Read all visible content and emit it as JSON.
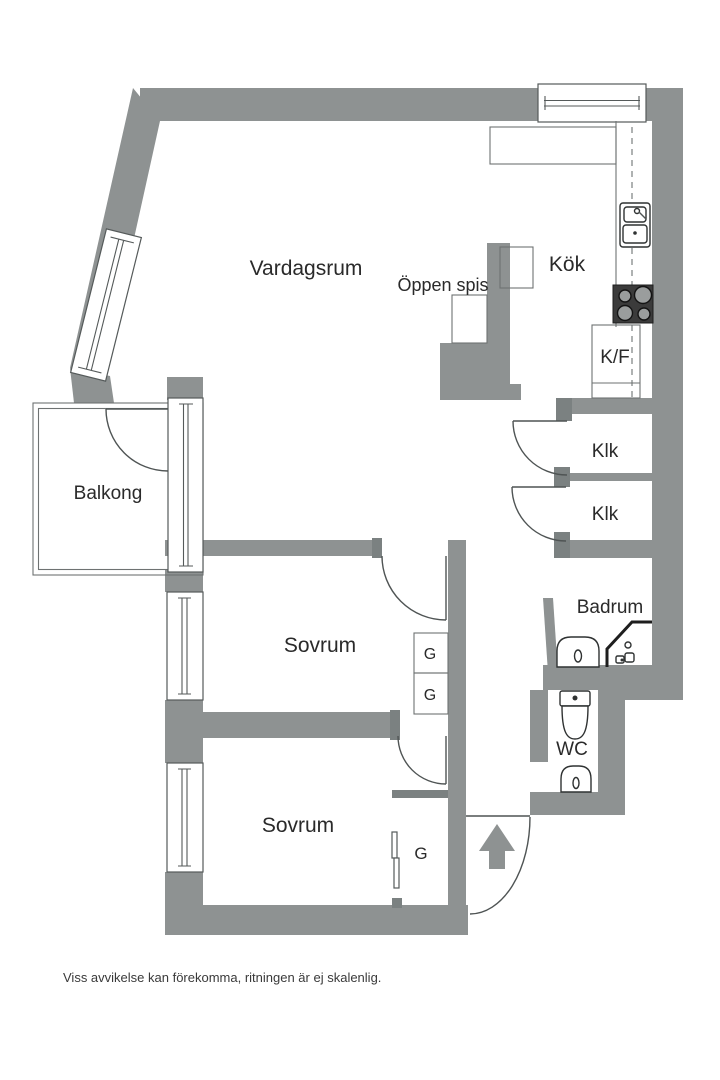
{
  "floorplan": {
    "title_labels": {
      "living_room": "Vardagsrum",
      "kitchen": "Kök",
      "fireplace": "Öppen spis",
      "fridge_freezer": "K/F",
      "closet_1": "Klk",
      "closet_2": "Klk",
      "bathroom": "Badrum",
      "wc": "WC",
      "bedroom_1": "Sovrum",
      "bedroom_2": "Sovrum",
      "wardrobe_1": "G",
      "wardrobe_2": "G",
      "wardrobe_3": "G",
      "balcony": "Balkong"
    },
    "disclaimer": "Viss avvikelse kan förekomma, ritningen är ej skalenlig.",
    "icons": {
      "entry": "arrow-up",
      "kitchen_sink": "double-basin-sink",
      "stove": "four-burner-stove",
      "toilet": "toilet",
      "wc_basin": "washbasin",
      "bath_basin": "washbasin",
      "shower": "shower-head"
    },
    "colors": {
      "wall": "#8E9292",
      "wall_jamb": "#7B8181",
      "background": "#FFFFFF",
      "line": "#4F5454",
      "stove": "#3B3B3B",
      "text": "#2A2A2A"
    }
  }
}
